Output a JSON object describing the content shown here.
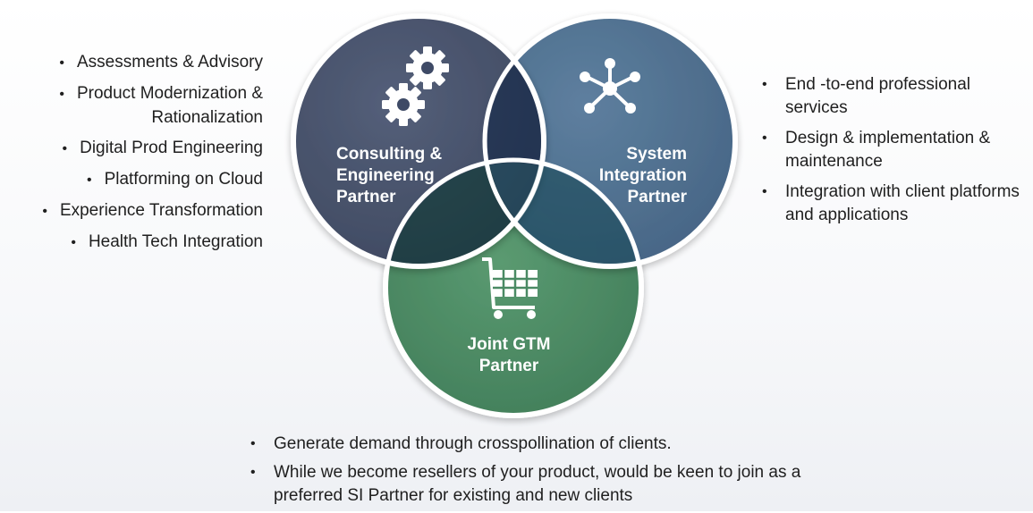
{
  "left_list": {
    "items": [
      "Assessments & Advisory",
      "Product Modernization & Rationalization",
      "Digital Prod Engineering",
      "Platforming on Cloud",
      "Experience Transformation",
      "Health Tech Integration"
    ]
  },
  "circles": {
    "consulting": {
      "label_lines": [
        "Consulting &",
        "Engineering",
        "Partner"
      ],
      "icon": "gears-icon",
      "color": "#3e4a66"
    },
    "integration": {
      "label_lines": [
        "System",
        "Integration",
        "Partner"
      ],
      "icon": "network-hub-icon",
      "color": "#4a6c8e"
    },
    "gtm": {
      "label_lines": [
        "Joint GTM",
        "Partner"
      ],
      "icon": "shopping-cart-icon",
      "color": "#4a8a64"
    }
  },
  "right_list": {
    "items": [
      "End -to-end professional services",
      "Design & implementation & maintenance",
      "Integration with client platforms and applications"
    ]
  },
  "bottom_list": {
    "items": [
      "Generate demand through crosspollination of clients.",
      "While we become resellers of your product, would be keen to join as a preferred SI Partner for existing and new clients"
    ]
  }
}
